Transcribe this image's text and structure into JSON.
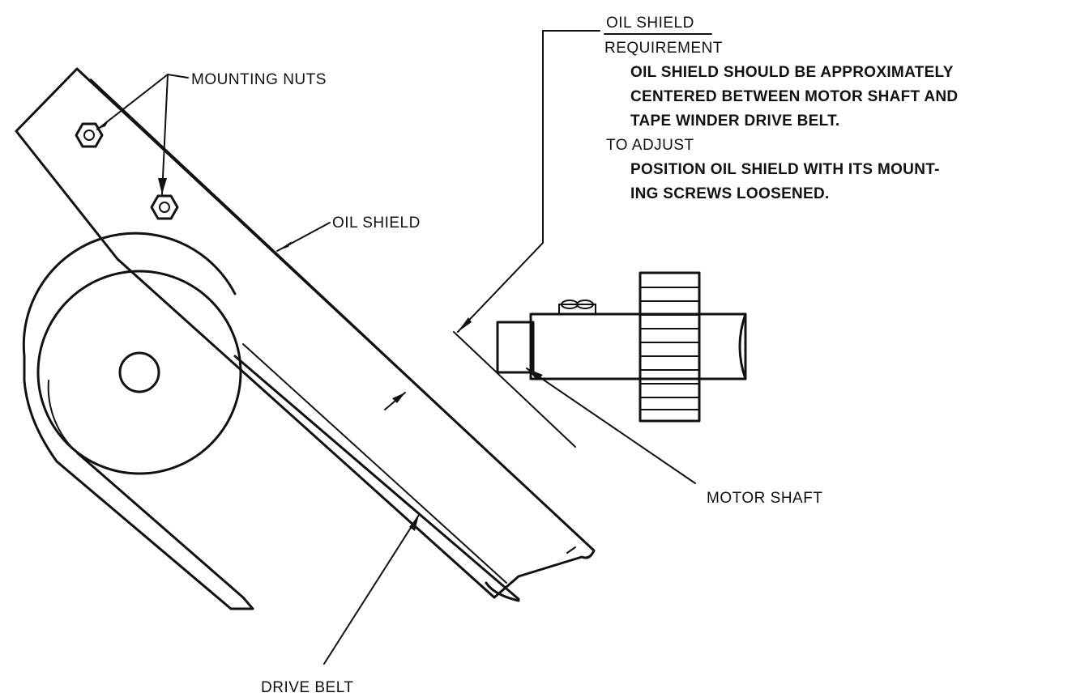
{
  "labels": {
    "mounting_nuts": "MOUNTING NUTS",
    "oil_shield": "OIL SHIELD",
    "motor_shaft": "MOTOR SHAFT",
    "drive_belt": "DRIVE BELT"
  },
  "note": {
    "title": "OIL SHIELD",
    "requirement_heading": "REQUIREMENT",
    "requirement_lines": [
      "OIL SHIELD SHOULD BE APPROXIMATELY",
      "CENTERED BETWEEN MOTOR SHAFT AND",
      "TAPE WINDER DRIVE BELT."
    ],
    "adjust_heading": "TO ADJUST",
    "adjust_lines": [
      "POSITION OIL SHIELD WITH ITS MOUNT-",
      "ING SCREWS LOOSENED."
    ]
  }
}
